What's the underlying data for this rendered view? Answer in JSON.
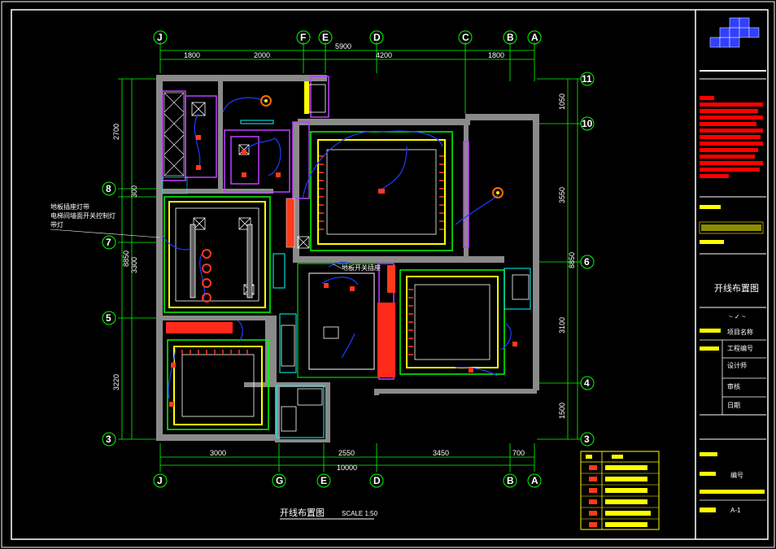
{
  "drawing": {
    "title": "开线布置图",
    "scale": "SCALE 1:50",
    "callout_left": [
      "地板插座灯带",
      "电梯间墙面开关控制灯",
      "带灯"
    ],
    "callout_center": "地板开关插座"
  },
  "axes": {
    "top": [
      "J",
      "F",
      "E",
      "D",
      "C",
      "B",
      "A"
    ],
    "bottom": [
      "J",
      "G",
      "E",
      "D",
      "B",
      "A"
    ],
    "left": [
      "3",
      "5",
      "7",
      "8"
    ],
    "right": [
      "11",
      "10",
      "6",
      "4",
      "3"
    ]
  },
  "dimensions": {
    "top_total": "5900",
    "top_segments": [
      "1800",
      "2000",
      "4200",
      "1800"
    ],
    "bottom_segments": [
      "3000",
      "2550",
      "3450",
      "700"
    ],
    "bottom_total": "10000",
    "left_total": "8850",
    "left_segments": [
      "2700",
      "300",
      "3300",
      "3220"
    ],
    "right_total": "8850",
    "right_segments": [
      "1050",
      "3550",
      "3100",
      "1500"
    ]
  },
  "title_block": {
    "name_label": "开线布置图",
    "field_1": "项目名称",
    "field_2": "工程编号",
    "field_3": "设计师",
    "field_4": "审核",
    "field_5": "日期",
    "sheet_label": "编号",
    "sheet_value": "A-1"
  },
  "colors": {
    "frame": "#ffffff",
    "wall": "#808080",
    "dimension": "#00ff00",
    "wiring": "#1e3cff",
    "light": "#ff3a1a",
    "ceiling": "#ffff00",
    "cabinet": "#c040ff",
    "fixture": "#00ffff",
    "highlight": "#ff0000"
  }
}
